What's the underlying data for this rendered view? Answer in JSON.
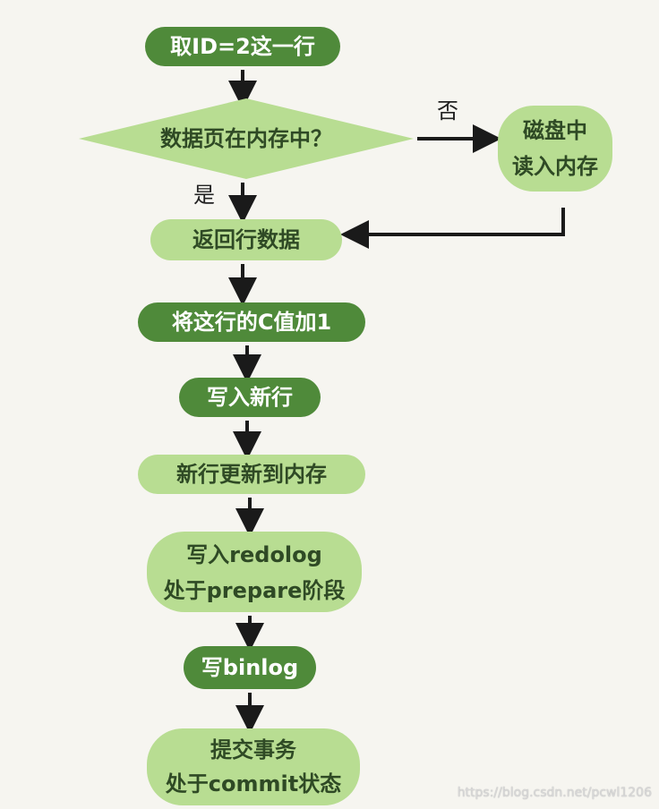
{
  "colors": {
    "dark_green": "#4f8a3a",
    "light_green": "#b8dd92",
    "arrow": "#1a1a1a",
    "background": "#f6f5f0"
  },
  "nodes": {
    "get_row": "取ID=2这一行",
    "check_memory": "数据页在内存中？",
    "read_disk_line1": "磁盘中",
    "read_disk_line2": "读入内存",
    "return_row": "返回行数据",
    "increment_c": "将这行的C值加1",
    "write_new_row": "写入新行",
    "update_memory": "新行更新到内存",
    "redolog_line1": "写入redolog",
    "redolog_line2": "处于prepare阶段",
    "binlog": "写binlog",
    "commit_line1": "提交事务",
    "commit_line2": "处于commit状态"
  },
  "edges": {
    "no_label": "否",
    "yes_label": "是"
  },
  "watermark": "https://blog.csdn.net/pcwl1206"
}
